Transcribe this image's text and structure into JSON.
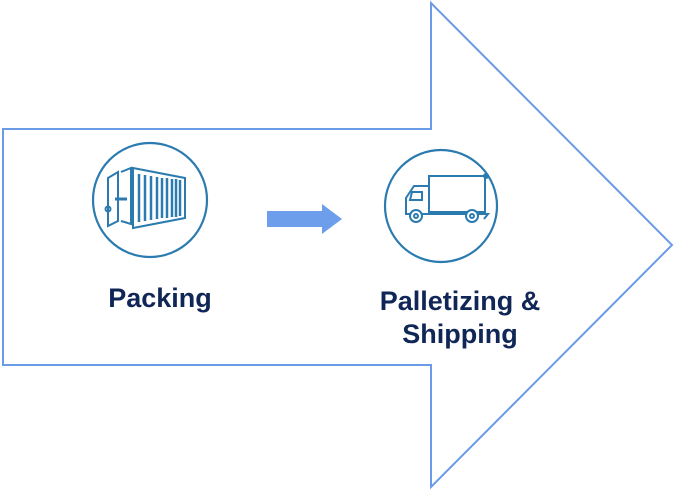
{
  "diagram": {
    "steps": [
      {
        "id": "packing",
        "label": "Packing",
        "icon": "shipping-container-icon"
      },
      {
        "id": "shipping",
        "label_line1": "Palletizing &",
        "label_line2": "Shipping",
        "icon": "delivery-truck-icon"
      }
    ],
    "connector": "right-arrow",
    "colors": {
      "outline": "#6b9be6",
      "connector_fill": "#6d9eeb",
      "icon_stroke": "#2b7bb0",
      "label_text": "#0f2657"
    }
  }
}
